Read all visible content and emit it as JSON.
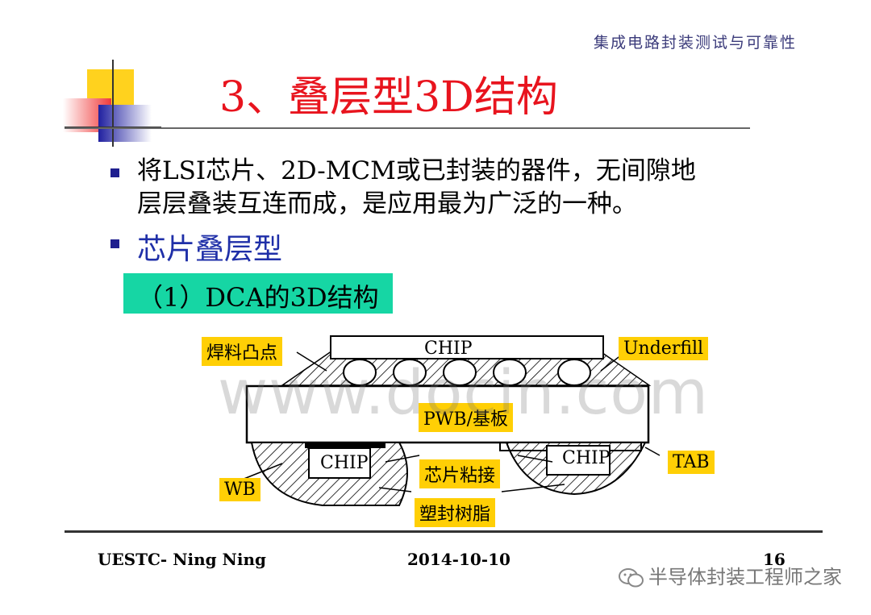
{
  "header": {
    "course": "集成电路封装测试与可靠性"
  },
  "title": "3、叠层型3D结构",
  "bullets": [
    {
      "line1": "将LSI芯片、2D-MCM或已封装的器件，无间隙地",
      "line2": "层层叠装互连而成，是应用最为广泛的一种。"
    },
    {
      "text": "芯片叠层型"
    }
  ],
  "subheading": "（1）DCA的3D结构",
  "diagram": {
    "chip_top": "CHIP",
    "pwb": "PWB/基板",
    "chip_left": "CHIP",
    "chip_right": "CHIP",
    "labels": {
      "solder_bump": "焊料凸点",
      "underfill": "Underfill",
      "die_attach": "芯片粘接",
      "tab": "TAB",
      "wb": "WB",
      "molding_resin": "塑封树脂"
    }
  },
  "watermark": "www.docin.com",
  "footer": {
    "author": "UESTC- Ning Ning",
    "date": "2014-10-10",
    "page": "16"
  },
  "wechat": {
    "icon": "wechat-icon",
    "account": "半导体封装工程师之家"
  },
  "colors": {
    "title": "#e8141e",
    "bullet": "#1f1f8f",
    "subhead_bg": "#16d6a4",
    "label_bg": "#ffcf05"
  }
}
